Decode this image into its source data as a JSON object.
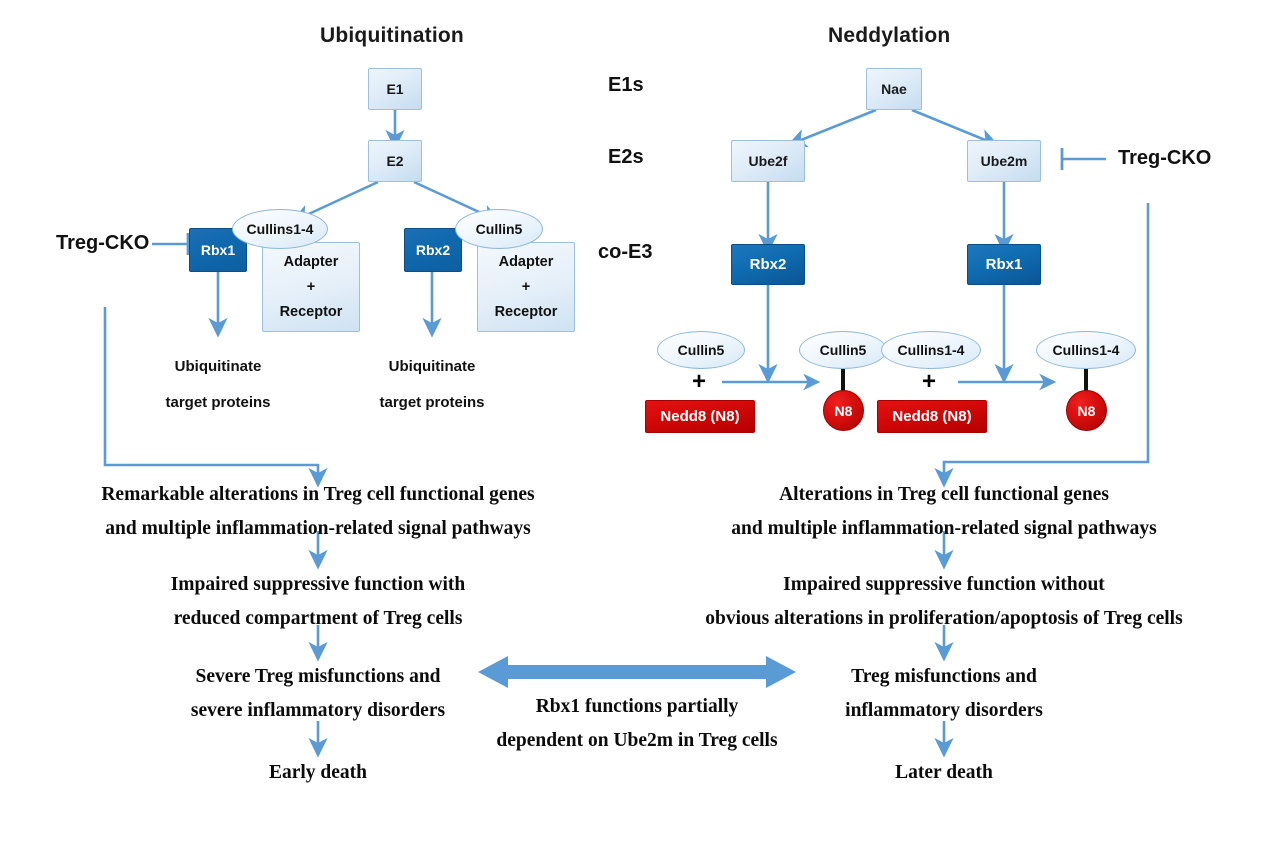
{
  "figure": {
    "left_title": "Ubiquitination",
    "right_title": "Neddylation"
  },
  "tier_labels": [
    {
      "name": "e1s",
      "text": "E1s"
    },
    {
      "name": "e2s",
      "text": "E2s"
    },
    {
      "name": "co-e3",
      "text": "co-E3"
    }
  ],
  "knockout_labels": [
    {
      "name": "left",
      "text": "Treg-CKO"
    },
    {
      "name": "right",
      "text": "Treg-CKO"
    }
  ],
  "ubiquitination": {
    "e1": "E1",
    "e2": "E2",
    "complex_left": {
      "rbx": "Rbx1",
      "cullin": "Cullins1-4",
      "adapter_line1": "Adapter",
      "adapter_plus": "+",
      "adapter_line2": "Receptor",
      "output_line1": "Ubiquitinate",
      "output_line2": "target proteins"
    },
    "complex_right": {
      "rbx": "Rbx2",
      "cullin": "Cullin5",
      "adapter_line1": "Adapter",
      "adapter_plus": "+",
      "adapter_line2": "Receptor",
      "output_line1": "Ubiquitinate",
      "output_line2": "target proteins"
    }
  },
  "neddylation": {
    "nae": "Nae",
    "e2_left": "Ube2f",
    "e2_right": "Ube2m",
    "coe3_left": "Rbx2",
    "coe3_right": "Rbx1",
    "reaction_left": {
      "substrate": "Cullin5",
      "plus": "+",
      "donor": "Nedd8 (N8)",
      "product_cullin": "Cullin5",
      "product_tag": "N8"
    },
    "reaction_right": {
      "substrate": "Cullins1-4",
      "plus": "+",
      "donor": "Nedd8 (N8)",
      "product_cullin": "Cullins1-4",
      "product_tag": "N8"
    }
  },
  "outcomes_left": [
    {
      "name": "alterations",
      "line1": "Remarkable alterations in Treg cell functional genes",
      "line2": "and multiple inflammation-related signal pathways"
    },
    {
      "name": "suppressive",
      "line1": "Impaired suppressive function with",
      "line2": "reduced compartment of Treg cells"
    },
    {
      "name": "misfunctions",
      "line1": "Severe Treg misfunctions and",
      "line2": "severe inflammatory disorders"
    },
    {
      "name": "death",
      "line1": "Early death",
      "line2": ""
    }
  ],
  "outcomes_right": [
    {
      "name": "alterations",
      "line1": "Alterations in Treg cell functional genes",
      "line2": "and multiple inflammation-related signal pathways"
    },
    {
      "name": "suppressive",
      "line1": "Impaired suppressive function without",
      "line2": "obvious alterations in proliferation/apoptosis of Treg cells"
    },
    {
      "name": "misfunctions",
      "line1": "Treg misfunctions and",
      "line2": "inflammatory disorders"
    },
    {
      "name": "death",
      "line1": "Later death",
      "line2": ""
    }
  ],
  "center_caption": {
    "line1": "Rbx1 functions partially",
    "line2": "dependent on Ube2m in Treg cells"
  },
  "colors": {
    "arrow_blue": "#5B9BD5",
    "node_blue_dark": "#0F6CB0",
    "node_blue_light": "#DCEAF7",
    "nedd8_red": "#D10808",
    "text_black": "#111111"
  }
}
